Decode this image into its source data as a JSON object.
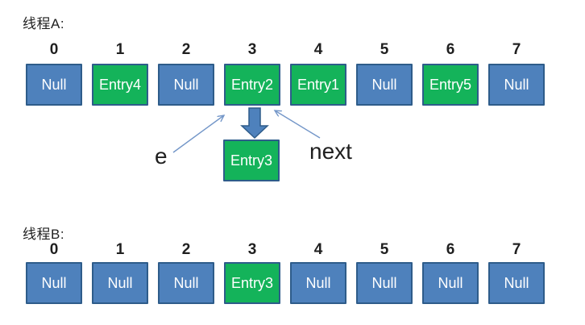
{
  "colors": {
    "cell_blue": "#4E81BC",
    "cell_green": "#14B35A",
    "cell_border": "#2E5C8A",
    "thin_arrow": "#7396C8",
    "label_text": "#1F1F1F",
    "cell_text": "#FFFFFF"
  },
  "thread_a": {
    "label": "线程A:",
    "indices": [
      "0",
      "1",
      "2",
      "3",
      "4",
      "5",
      "6",
      "7"
    ],
    "cells": [
      {
        "label": "Null",
        "type": "null"
      },
      {
        "label": "Entry4",
        "type": "entry"
      },
      {
        "label": "Null",
        "type": "null"
      },
      {
        "label": "Entry2",
        "type": "entry"
      },
      {
        "label": "Entry1",
        "type": "entry"
      },
      {
        "label": "Null",
        "type": "null"
      },
      {
        "label": "Entry5",
        "type": "entry"
      },
      {
        "label": "Null",
        "type": "null"
      }
    ]
  },
  "pointer_detail": {
    "e_label": "e",
    "next_label": "next",
    "node": {
      "label": "Entry3",
      "type": "entry"
    }
  },
  "thread_b": {
    "label": "线程B:",
    "indices": [
      "0",
      "1",
      "2",
      "3",
      "4",
      "5",
      "6",
      "7"
    ],
    "cells": [
      {
        "label": "Null",
        "type": "null"
      },
      {
        "label": "Null",
        "type": "null"
      },
      {
        "label": "Null",
        "type": "null"
      },
      {
        "label": "Entry3",
        "type": "entry"
      },
      {
        "label": "Null",
        "type": "null"
      },
      {
        "label": "Null",
        "type": "null"
      },
      {
        "label": "Null",
        "type": "null"
      },
      {
        "label": "Null",
        "type": "null"
      }
    ]
  }
}
